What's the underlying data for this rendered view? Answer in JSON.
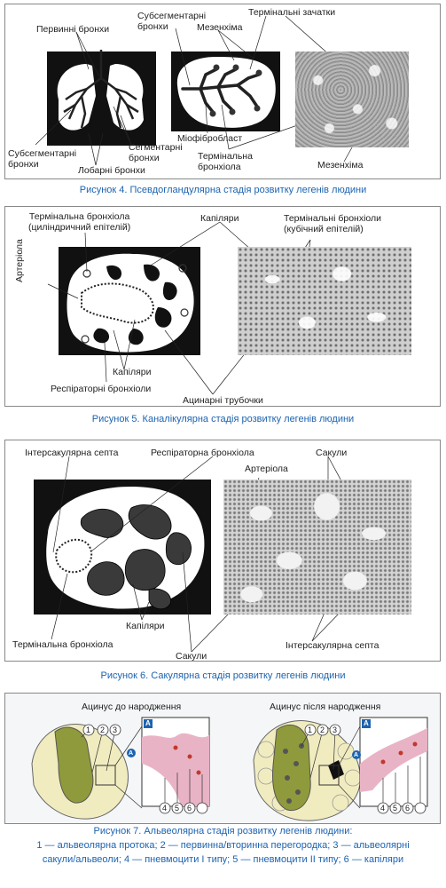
{
  "fig4": {
    "labels": {
      "primary_bronchi": "Первинні бронхи",
      "subsegmental_top": "Субсегментарні\nбронхи",
      "mesenchyme_top": "Мезенхіма",
      "terminal_buds": "Термінальні зачатки",
      "subsegmental_bottom": "Субсегментарні\nбронхи",
      "segmental": "Сегментарні\nбронхи",
      "lobar": "Лобарні бронхи",
      "myofibroblast": "Міофібробласт",
      "terminal_bronchiole": "Термінальна\nбронхіола",
      "mesenchyme_bottom": "Мезенхіма"
    },
    "caption": "Рисунок 4.  Псевдогландулярна стадія розвитку легенів людини"
  },
  "fig5": {
    "labels": {
      "terminal_bronchiole": "Термінальна бронхіола\n(циліндричний епітелій)",
      "capillaries_top": "Капіляри",
      "terminal_bronchioles": "Термінальні бронхіоли\n(кубічний епітелій)",
      "arteriole": "Артеріола",
      "capillaries_bottom": "Капіляри",
      "respiratory_bronchioles": "Респіраторні бронхіоли",
      "acinar_tubules": "Ацинарні трубочки"
    },
    "caption": "Рисунок 5.  Каналікулярна стадія розвитку легенів людини"
  },
  "fig6": {
    "labels": {
      "intersaccular_top": "Інтерсакулярна септа",
      "respiratory_bronchiole": "Респіраторна бронхіола",
      "arteriole": "Артеріола",
      "saccules_top": "Сакули",
      "capillaries": "Капіляри",
      "terminal_bronchiole": "Термінальна бронхіола",
      "saccules_bottom": "Сакули",
      "intersaccular_bottom": "Інтерсакулярна септа"
    },
    "caption": "Рисунок 6.  Сакулярна стадія розвитку легенів людини"
  },
  "fig7": {
    "labels": {
      "before_birth": "Ацинус до народження",
      "after_birth": "Ацинус після народження",
      "n1": "1",
      "n2": "2",
      "n3": "3",
      "n4": "4",
      "n5": "5",
      "n6": "6",
      "m1": "1",
      "m2": "2",
      "m3": "3",
      "m4": "4",
      "m5": "5",
      "m6": "6",
      "a1": "A",
      "a2": "A",
      "a3": "A",
      "a4": "A"
    },
    "caption_line1": "Рисунок 7.  Альвеолярна стадія розвитку легенів людини:",
    "caption_line2": "1 — альвеолярна протока; 2 — первинна/вторинна перегородка; 3 — альвеолярні",
    "caption_line3": "сакули/альвеоли; 4 — пневмоцити I типу; 5 — пневмоцити II типу; 6 — капіляри"
  },
  "colors": {
    "caption_blue": "#1c63b0",
    "acinus_olive": "#8f9a3c",
    "acinus_pale": "#f1ecc0",
    "pink": "#e9b3c6"
  }
}
